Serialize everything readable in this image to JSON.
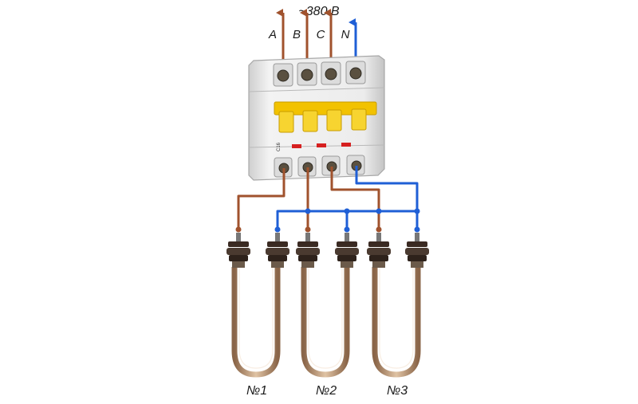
{
  "supply": {
    "voltage_label": "~380 В",
    "phases": [
      "A",
      "B",
      "C",
      "N"
    ]
  },
  "breaker": {
    "rating_text": "C16",
    "poles": 4
  },
  "heaters": {
    "labels": [
      "№1",
      "№2",
      "№3"
    ]
  },
  "colors": {
    "phase_wire": "#a0522d",
    "neutral_wire": "#1f5fd6",
    "breaker_body": "#e9e9e9",
    "breaker_toggle": "#f2c200",
    "indicator": "#d62020",
    "element_copper": "#b88a64",
    "terminal_dark": "#3a2a22"
  }
}
